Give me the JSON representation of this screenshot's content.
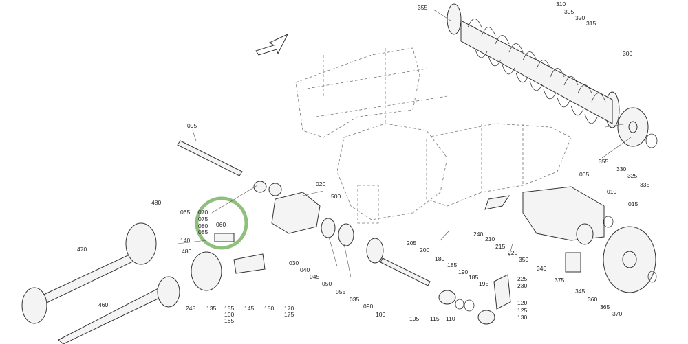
{
  "diagram": {
    "highlight_color": "#8ec07c",
    "direction_arrow_icon": "arrow-down-left-icon",
    "part_labels": [
      "355",
      "310",
      "305",
      "320",
      "315",
      "300",
      "355",
      "330",
      "325",
      "335",
      "095",
      "020",
      "500",
      "065",
      "070",
      "075",
      "080",
      "085",
      "060",
      "140",
      "480",
      "480",
      "470",
      "460",
      "245",
      "135",
      "155",
      "160",
      "165",
      "145",
      "150",
      "170",
      "175",
      "030",
      "040",
      "045",
      "050",
      "055",
      "035",
      "090",
      "100",
      "105",
      "115",
      "110",
      "205",
      "200",
      "180",
      "185",
      "190",
      "185",
      "195",
      "210",
      "215",
      "220",
      "240",
      "225",
      "230",
      "120",
      "125",
      "130",
      "005",
      "010",
      "015",
      "350",
      "340",
      "375",
      "345",
      "360",
      "365",
      "370"
    ]
  }
}
